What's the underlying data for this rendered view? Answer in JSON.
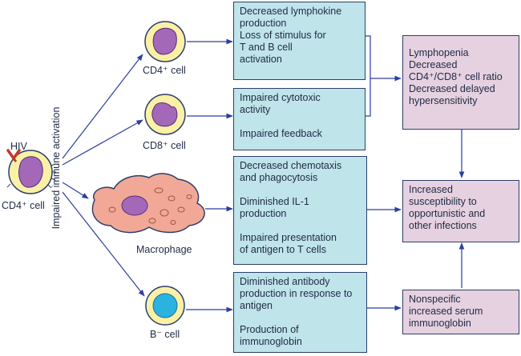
{
  "diagram": {
    "side_label": "Impaired immune activation",
    "cells": {
      "hiv": "HIV",
      "cd4_source": "CD4⁺ cell",
      "cd4": "CD4⁺ cell",
      "cd8": "CD8⁺ cell",
      "macrophage": "Macrophage",
      "bcell": "B⁻ cell"
    },
    "effects": {
      "cd4": [
        "Decreased lymphokine",
        "production",
        "Loss of stimulus for",
        "T and B cell",
        "activation"
      ],
      "cd8": [
        "Impaired cytotoxic",
        "activity",
        "",
        "Impaired feedback"
      ],
      "macrophage": [
        "Decreased chemotaxis",
        "and phagocytosis",
        "",
        "Diminished IL-1",
        "production",
        "",
        "Impaired presentation",
        "of antigen to T cells"
      ],
      "bcell": [
        "Diminished antibody",
        "production in response to",
        "antigen",
        "",
        "Production of",
        "immunoglobin"
      ]
    },
    "outcomes": {
      "lymphopenia": [
        "Lymphopenia",
        "Decreased",
        "CD4⁺/CD8⁺ cell ratio",
        "Decreased delayed",
        "hypersensitivity"
      ],
      "susceptibility": [
        "Increased",
        "susceptibility to",
        "opportunistic and",
        "other infections"
      ],
      "serum": [
        "Nonspecific",
        "increased serum",
        "immunoglobin"
      ]
    },
    "colors": {
      "effect_box": "#bfe4ea",
      "outcome_box": "#e6d1e0",
      "cell_membrane": "#fbf1a6",
      "nucleus": "#a368b8",
      "macrophage_body": "#f2a896",
      "bcell_nucleus": "#2bb3e0",
      "arrow": "#2c3e9e",
      "hiv_marker": "#c0392b"
    }
  }
}
